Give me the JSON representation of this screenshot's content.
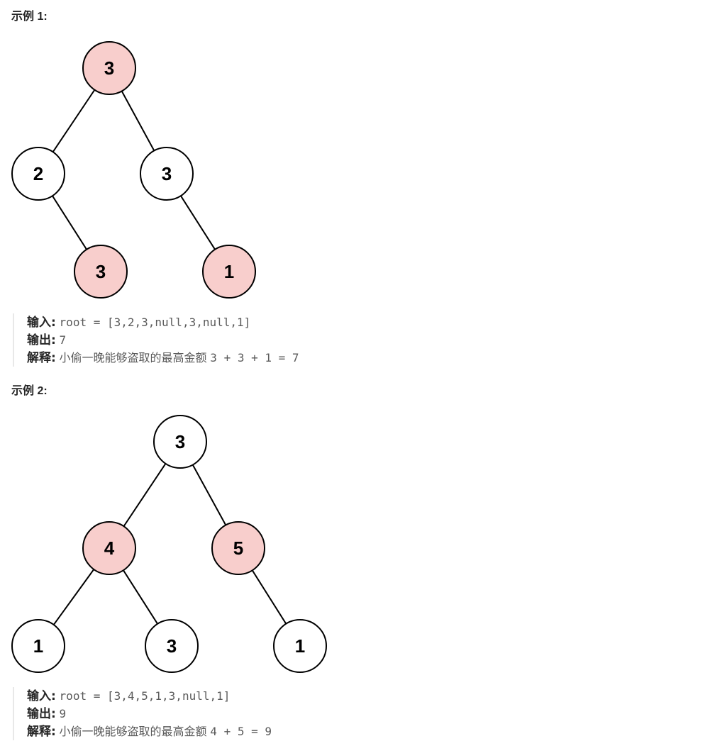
{
  "examples": [
    {
      "title": "示例 1:",
      "colors": {
        "highlight": "#f8cecc",
        "normal": "#ffffff",
        "edge": "#000000"
      },
      "tree": {
        "nodes": [
          {
            "id": "n0",
            "value": "3",
            "highlighted": true
          },
          {
            "id": "n1",
            "value": "2",
            "highlighted": false
          },
          {
            "id": "n2",
            "value": "3",
            "highlighted": false
          },
          {
            "id": "n3",
            "value": "3",
            "highlighted": true
          },
          {
            "id": "n4",
            "value": "1",
            "highlighted": true
          }
        ],
        "edges": [
          [
            "n0",
            "n1"
          ],
          [
            "n0",
            "n2"
          ],
          [
            "n1",
            "n3"
          ],
          [
            "n2",
            "n4"
          ]
        ]
      },
      "input_label": "输入:",
      "input_value": "root = [3,2,3,null,3,null,1]",
      "output_label": "输出:",
      "output_value": "7",
      "explain_label": "解释:",
      "explain_text": "小偷一晚能够盗取的最高金额",
      "explain_formula": "3 + 3 + 1 = 7"
    },
    {
      "title": "示例 2:",
      "colors": {
        "highlight": "#f8cecc",
        "normal": "#ffffff",
        "edge": "#000000"
      },
      "tree": {
        "nodes": [
          {
            "id": "m0",
            "value": "3",
            "highlighted": false
          },
          {
            "id": "m1",
            "value": "4",
            "highlighted": true
          },
          {
            "id": "m2",
            "value": "5",
            "highlighted": true
          },
          {
            "id": "m3",
            "value": "1",
            "highlighted": false
          },
          {
            "id": "m4",
            "value": "3",
            "highlighted": false
          },
          {
            "id": "m5",
            "value": "1",
            "highlighted": false
          }
        ],
        "edges": [
          [
            "m0",
            "m1"
          ],
          [
            "m0",
            "m2"
          ],
          [
            "m1",
            "m3"
          ],
          [
            "m1",
            "m4"
          ],
          [
            "m2",
            "m5"
          ]
        ]
      },
      "input_label": "输入:",
      "input_value": "root = [3,4,5,1,3,null,1]",
      "output_label": "输出:",
      "output_value": "9",
      "explain_label": "解释:",
      "explain_text": "小偷一晚能够盗取的最高金额",
      "explain_formula": "4 + 5 = 9"
    }
  ]
}
